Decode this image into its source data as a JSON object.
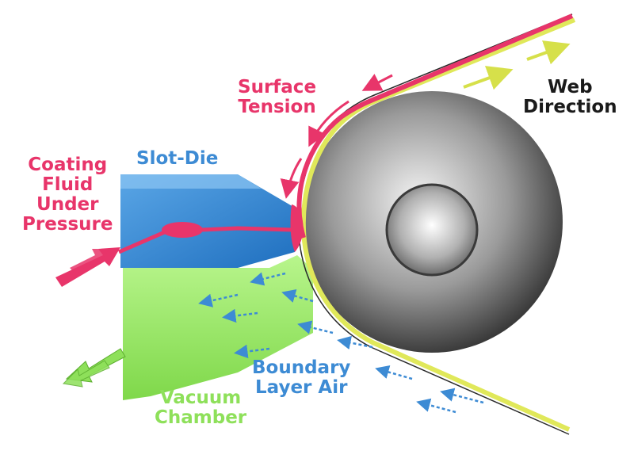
{
  "labels": {
    "surface_tension": [
      "Surface",
      "Tension"
    ],
    "web_direction": [
      "Web",
      "Direction"
    ],
    "coating_fluid": [
      "Coating",
      "Fluid",
      "Under",
      "Pressure"
    ],
    "slot_die": "Slot-Die",
    "boundary_layer_air": [
      "Boundary",
      "Layer Air"
    ],
    "vacuum_chamber": [
      "Vacuum",
      "Chamber"
    ]
  },
  "colors": {
    "coating_fluid": "#e8356a",
    "slot_die": "#3d8bd4",
    "vacuum": "#8ee05a",
    "web": "#e0e85a",
    "text_dark": "#1a1a1a"
  }
}
